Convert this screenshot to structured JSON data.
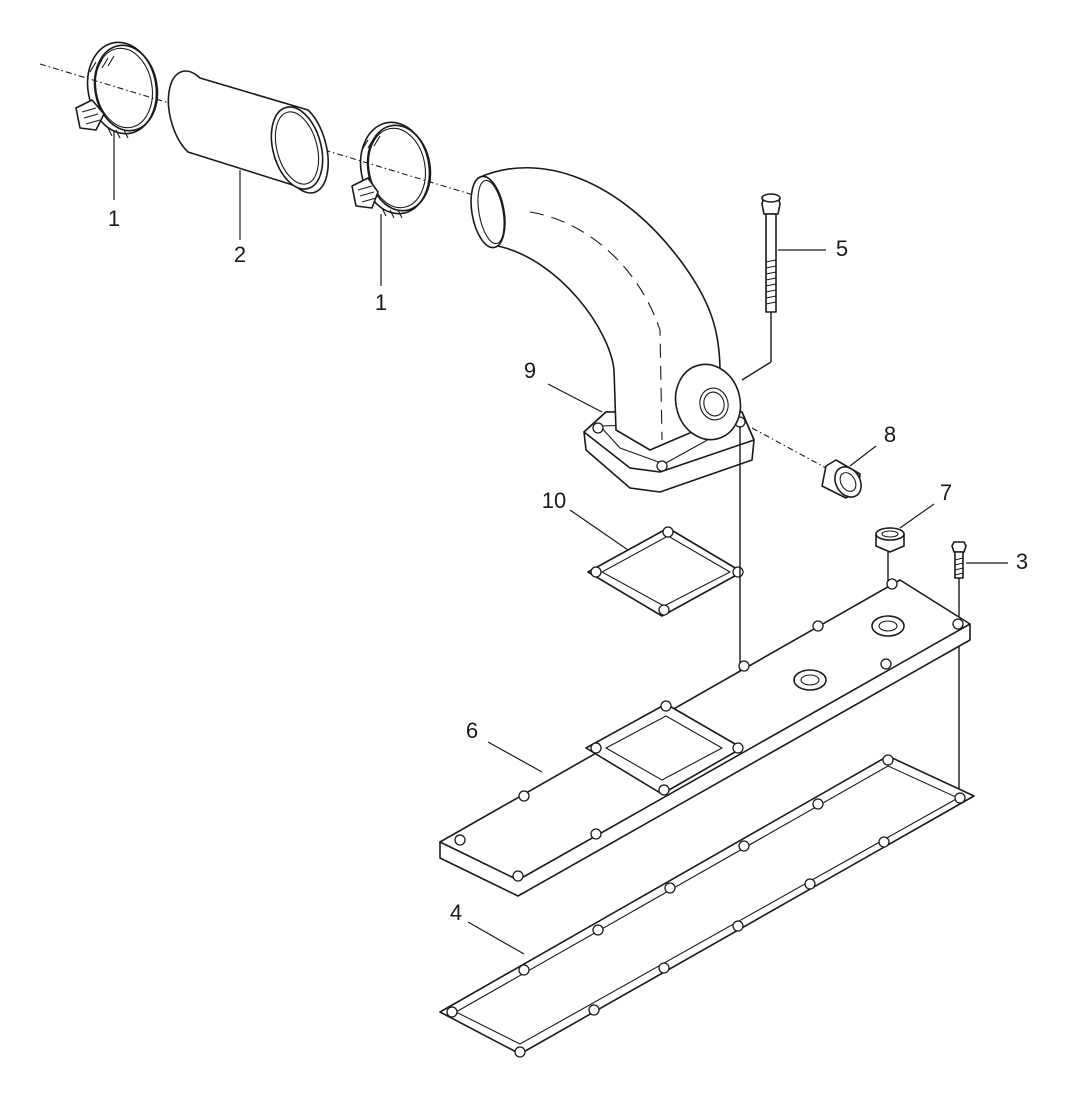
{
  "callouts": {
    "clamp_left": "1",
    "hose": "2",
    "clamp_right": "1",
    "bolt_small": "3",
    "gasket_cover": "4",
    "bolt_long": "5",
    "cover_plate": "6",
    "plug_small": "7",
    "plug": "8",
    "elbow_outlet": "9",
    "gasket_elbow": "10"
  }
}
